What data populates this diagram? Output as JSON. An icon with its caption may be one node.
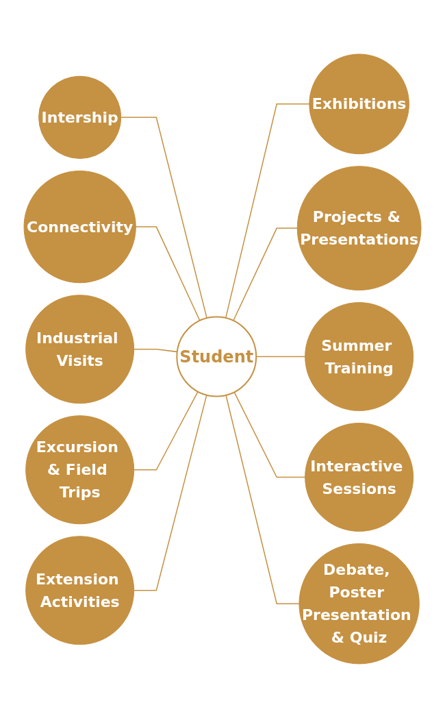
{
  "diagram": {
    "nodes": [
      {
        "text": [
          "Intership"
        ]
      },
      {
        "text": [
          "Exhibitions"
        ]
      },
      {
        "text": [
          "Connectivity"
        ]
      },
      {
        "text": [
          "Projects & Presentations"
        ]
      },
      {
        "text": [
          "Industrial Visits"
        ]
      },
      {
        "text": [
          "Student"
        ]
      },
      {
        "text": [
          "Summer Training"
        ]
      },
      {
        "text": [
          "Excursion & Field Trips"
        ]
      },
      {
        "text": [
          "Interactive Sessions"
        ]
      },
      {
        "text": [
          "Extension Activities"
        ]
      },
      {
        "text": [
          "Debate, Poster Presentation & Quiz"
        ]
      }
    ],
    "edges": [
      {
        "from": 0,
        "to": 5,
        "arrow": "none"
      },
      {
        "from": 5,
        "to": 1,
        "arrow": "none"
      },
      {
        "from": 2,
        "to": 5,
        "arrow": "none"
      },
      {
        "from": 5,
        "to": 3,
        "arrow": "none"
      },
      {
        "from": 4,
        "to": 5,
        "arrow": "none"
      },
      {
        "from": 5,
        "to": 6,
        "arrow": "none"
      },
      {
        "from": 7,
        "to": 5,
        "arrow": "none"
      },
      {
        "from": 5,
        "to": 8,
        "arrow": "none"
      },
      {
        "from": 9,
        "to": 5,
        "arrow": "none"
      },
      {
        "from": 5,
        "to": 10,
        "arrow": "none"
      }
    ]
  }
}
